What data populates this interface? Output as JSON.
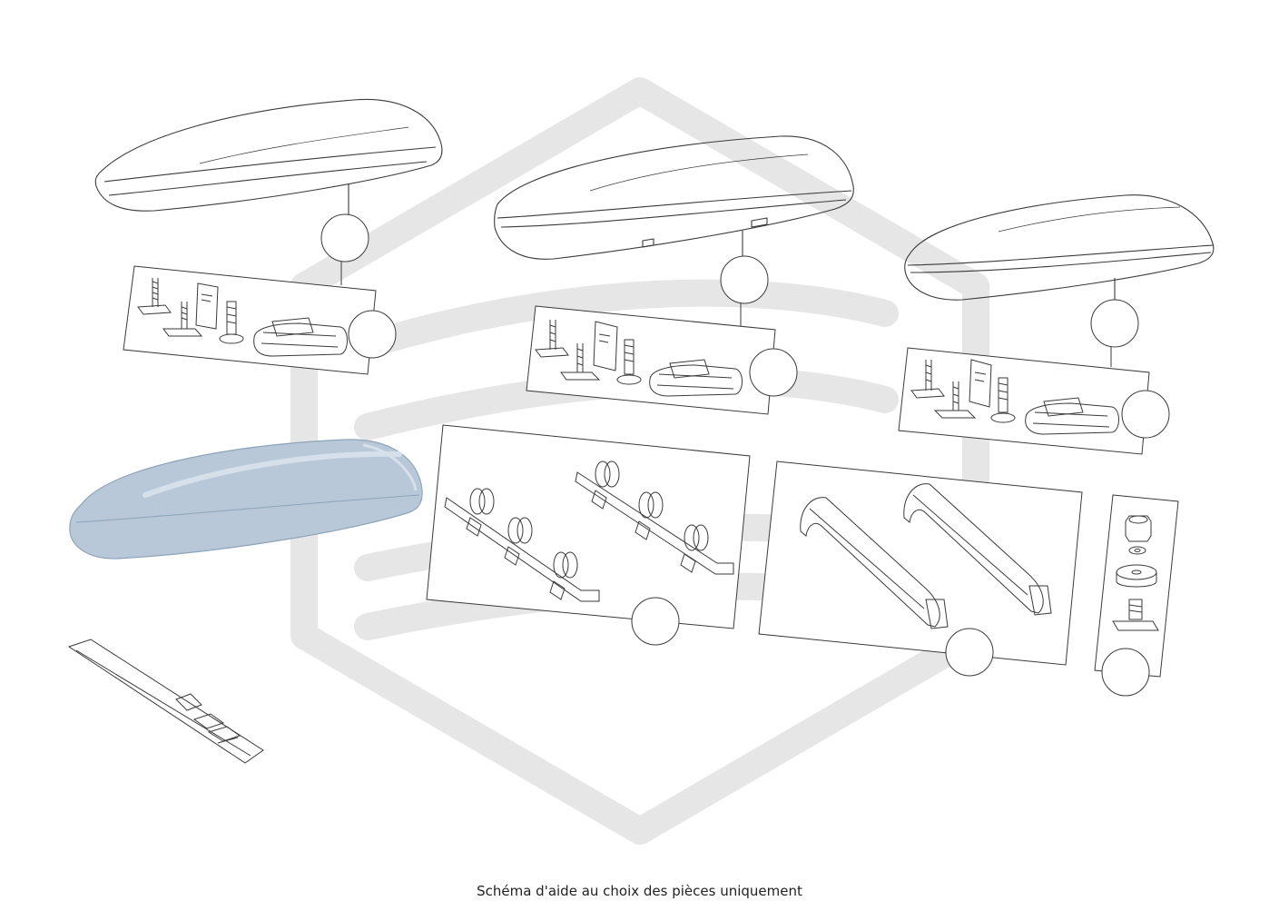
{
  "caption": "Schéma d'aide au choix des pièces uniquement",
  "colors": {
    "line": "#3a3a3a",
    "watermark": "#e6e6e6",
    "highlight_fill": "#b8c8d8",
    "highlight_stroke": "#8ea4ba"
  },
  "parts": [
    {
      "id": "roof-box-1",
      "icon": "roof-box-outline"
    },
    {
      "id": "roof-box-2",
      "icon": "roof-box-outline"
    },
    {
      "id": "roof-box-3",
      "icon": "roof-box-outline"
    },
    {
      "id": "mounting-kit-1",
      "icon": "bolt-manual-strap"
    },
    {
      "id": "mounting-kit-2",
      "icon": "bolt-manual-strap"
    },
    {
      "id": "mounting-kit-3",
      "icon": "bolt-manual-strap"
    },
    {
      "id": "roof-box-selected",
      "icon": "roof-box-highlighted"
    },
    {
      "id": "bike-holder-set",
      "icon": "bike-holder"
    },
    {
      "id": "ski-carrier-set",
      "icon": "ski-carrier"
    },
    {
      "id": "hardware-set",
      "icon": "nut-washer-bolt"
    },
    {
      "id": "strap",
      "icon": "strap"
    }
  ]
}
